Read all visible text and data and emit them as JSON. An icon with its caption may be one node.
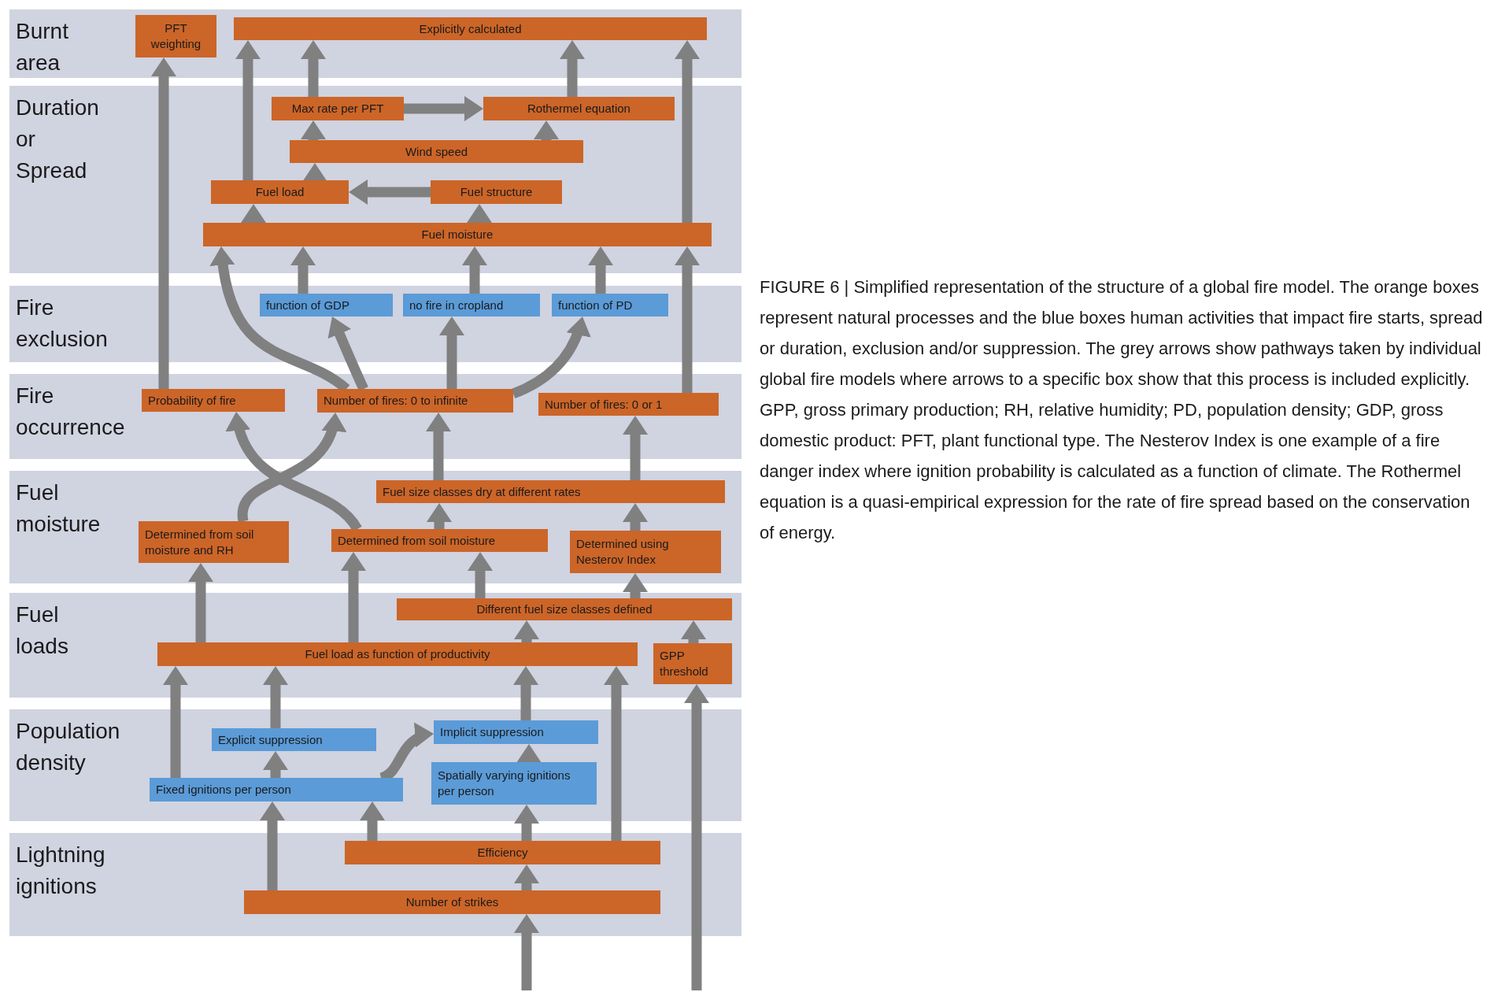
{
  "diagram": {
    "caption": "FIGURE 6 | Simplified representation of the structure of a global fire model. The orange boxes represent natural processes and the blue boxes human activities that impact fire starts, spread or duration, exclusion and/or suppression. The grey arrows show pathways taken by individual global fire models where arrows to a specific box show that this process is included explicitly. GPP, gross primary production; RH, relative humidity; PD, population density; GDP, gross domestic product: PFT, plant functional type. The Nesterov Index is one example of a fire danger index where ignition probability is calculated as a function of climate. The Rothermel equation is a quasi-empirical expression for the rate of fire spread based on the conservation of energy.",
    "nodes": [
      {
        "text": [
          "Burnt area"
        ]
      },
      {
        "text": [
          "PFT weighting"
        ],
        "in": 0
      },
      {
        "text": [
          "Explicitly calculated"
        ],
        "in": 0
      },
      {
        "text": [
          "Duration or Spread"
        ]
      },
      {
        "text": [
          "Max rate per PFT"
        ],
        "in": 3
      },
      {
        "text": [
          "Rothermel equation"
        ],
        "in": 3
      },
      {
        "text": [
          "Wind speed"
        ],
        "in": 3
      },
      {
        "text": [
          "Fuel load"
        ],
        "in": 3
      },
      {
        "text": [
          "Fuel structure"
        ],
        "in": 3
      },
      {
        "text": [
          "Fuel moisture"
        ],
        "in": 3
      },
      {
        "text": [
          "Fire exclusion"
        ]
      },
      {
        "text": [
          "function of GDP"
        ],
        "in": 10
      },
      {
        "text": [
          "no fire in cropland"
        ],
        "in": 10
      },
      {
        "text": [
          "function of PD"
        ],
        "in": 10
      },
      {
        "text": [
          "Fire occurrence"
        ]
      },
      {
        "text": [
          "Probability of fire"
        ],
        "in": 14
      },
      {
        "text": [
          "Number of fires: 0 to infinite"
        ],
        "in": 14
      },
      {
        "text": [
          "Number of fires: 0 or 1"
        ],
        "in": 14
      },
      {
        "text": [
          "Fuel moisture"
        ]
      },
      {
        "text": [
          "Fuel size classes dry at different rates"
        ],
        "in": 18
      },
      {
        "text": [
          "Determined from soil moisture and RH"
        ],
        "in": 18
      },
      {
        "text": [
          "Determined from soil moisture"
        ],
        "in": 18
      },
      {
        "text": [
          "Determined using Nesterov Index"
        ],
        "in": 18
      },
      {
        "text": [
          "Fuel loads"
        ]
      },
      {
        "text": [
          "Different fuel size classes defined"
        ],
        "in": 23
      },
      {
        "text": [
          "Fuel load as function of productivity"
        ],
        "in": 23
      },
      {
        "text": [
          "GPP threshold"
        ],
        "in": 23
      },
      {
        "text": [
          "Population density"
        ]
      },
      {
        "text": [
          "Explicit suppression"
        ],
        "in": 27
      },
      {
        "text": [
          "Implicit suppression"
        ],
        "in": 27
      },
      {
        "text": [
          "Fixed ignitions per person"
        ],
        "in": 27
      },
      {
        "text": [
          "Spatially varying ignitions per person"
        ],
        "in": 27
      },
      {
        "text": [
          "Lightning ignitions"
        ]
      },
      {
        "text": [
          "Efficiency"
        ],
        "in": 32
      },
      {
        "text": [
          "Number of strikes"
        ],
        "in": 32
      }
    ],
    "edges": [
      {
        "from": 15,
        "to": 1,
        "arrow": "to"
      },
      {
        "from": 7,
        "to": 2,
        "arrow": "to"
      },
      {
        "from": 4,
        "to": 2,
        "arrow": "to"
      },
      {
        "from": 5,
        "to": 2,
        "arrow": "to"
      },
      {
        "from": 9,
        "to": 2,
        "arrow": "to"
      },
      {
        "from": 4,
        "to": 5,
        "arrow": "to"
      },
      {
        "from": 6,
        "to": 4,
        "arrow": "to"
      },
      {
        "from": 6,
        "to": 5,
        "arrow": "to"
      },
      {
        "from": 7,
        "to": 6,
        "arrow": "to"
      },
      {
        "from": 8,
        "to": 7,
        "arrow": "to"
      },
      {
        "from": 9,
        "to": 7,
        "arrow": "to"
      },
      {
        "from": 9,
        "to": 8,
        "arrow": "to"
      },
      {
        "from": 11,
        "to": 9,
        "arrow": "to"
      },
      {
        "from": 12,
        "to": 9,
        "arrow": "to"
      },
      {
        "from": 13,
        "to": 9,
        "arrow": "to"
      },
      {
        "from": 16,
        "to": 9,
        "arrow": "to"
      },
      {
        "from": 16,
        "to": 11,
        "arrow": "to"
      },
      {
        "from": 16,
        "to": 12,
        "arrow": "to"
      },
      {
        "from": 16,
        "to": 13,
        "arrow": "to"
      },
      {
        "from": 17,
        "to": 9,
        "arrow": "to"
      },
      {
        "from": 19,
        "to": 16,
        "arrow": "to"
      },
      {
        "from": 19,
        "to": 17,
        "arrow": "to"
      },
      {
        "from": 20,
        "to": 16,
        "arrow": "to"
      },
      {
        "from": 21,
        "to": 15,
        "arrow": "to"
      },
      {
        "from": 21,
        "to": 19,
        "arrow": "to"
      },
      {
        "from": 22,
        "to": 19,
        "arrow": "to"
      },
      {
        "from": 25,
        "to": 20,
        "arrow": "to"
      },
      {
        "from": 25,
        "to": 21,
        "arrow": "to"
      },
      {
        "from": 24,
        "to": 21,
        "arrow": "to"
      },
      {
        "from": 24,
        "to": 22,
        "arrow": "to"
      },
      {
        "from": 25,
        "to": 24,
        "arrow": "to"
      },
      {
        "from": 26,
        "to": 24,
        "arrow": "to"
      },
      {
        "from": 30,
        "to": 25,
        "arrow": "to"
      },
      {
        "from": 28,
        "to": 25,
        "arrow": "to"
      },
      {
        "from": 29,
        "to": 25,
        "arrow": "to"
      },
      {
        "from": 33,
        "to": 25,
        "arrow": "to"
      },
      {
        "from": 30,
        "to": 28,
        "arrow": "to"
      },
      {
        "from": 30,
        "to": 29,
        "arrow": "to"
      },
      {
        "from": 31,
        "to": 29,
        "arrow": "to"
      },
      {
        "from": 34,
        "to": 30,
        "arrow": "to"
      },
      {
        "from": 33,
        "to": 30,
        "arrow": "to"
      },
      {
        "from": 33,
        "to": 31,
        "arrow": "to"
      },
      {
        "from": 34,
        "to": 33,
        "arrow": "to"
      },
      {
        "from": null,
        "to": 34,
        "arrow": "to"
      },
      {
        "from": null,
        "to": 26,
        "arrow": "to"
      }
    ]
  }
}
